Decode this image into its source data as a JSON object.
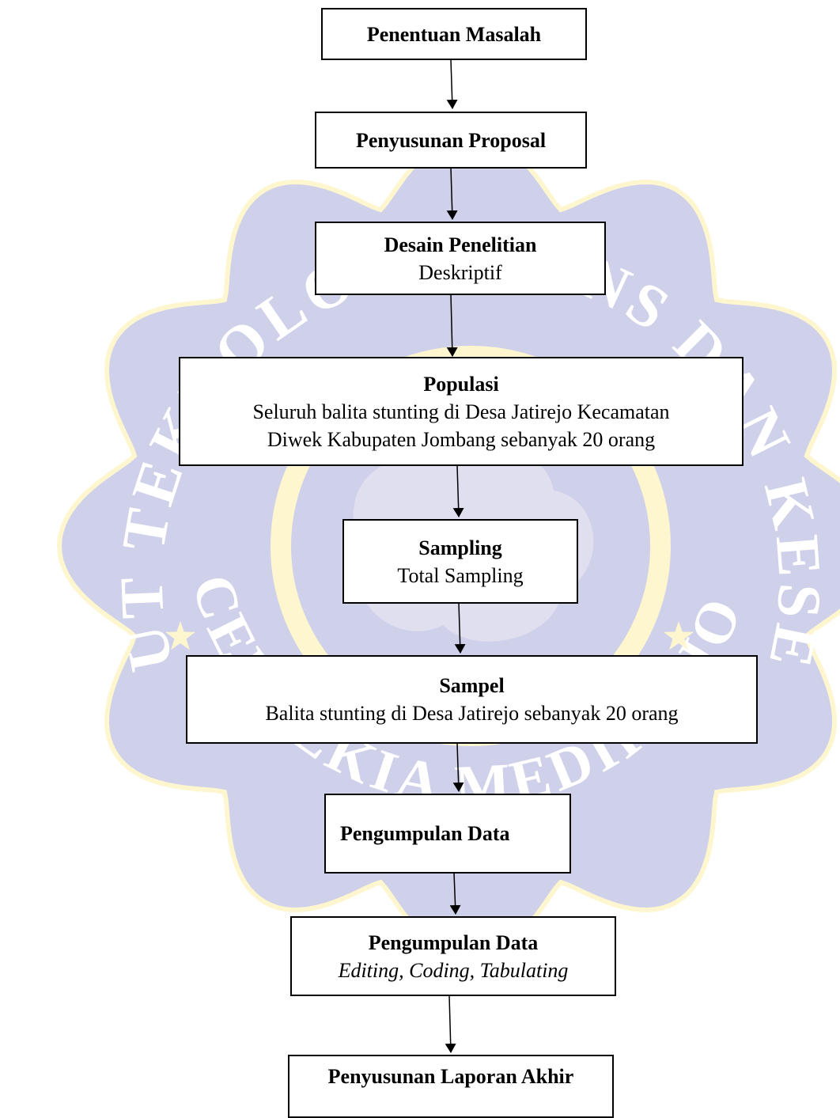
{
  "colors": {
    "watermark_fill": "#cfd0ea",
    "watermark_ring": "#fdf6cf",
    "watermark_text": "#ffffff",
    "watermark_star": "#fdf6cf",
    "box_border": "#000000",
    "arrow": "#000000"
  },
  "watermark": {
    "text_top": "INSTITUT TEKNOLOGI SAINS DAN KESEHATAN",
    "text_bottom": "INSAN CENDEKIA MEDIKA JOMBANG",
    "icon": "logo-seal-icon"
  },
  "steps": [
    {
      "title": "Penentuan Masalah"
    },
    {
      "title": "Penyusunan Proposal"
    },
    {
      "title": "Desain Penelitian",
      "subtitle": "Deskriptif"
    },
    {
      "title": "Populasi",
      "lines": [
        "Seluruh balita stunting di Desa Jatirejo Kecamatan",
        "Diwek Kabupaten Jombang sebanyak 20 orang"
      ]
    },
    {
      "title": "Sampling",
      "subtitle": "Total Sampling"
    },
    {
      "title": "Sampel",
      "subtitle": "Balita stunting di Desa Jatirejo sebanyak 20 orang"
    },
    {
      "title": "Pengumpulan Data"
    },
    {
      "title": "Pengumpulan Data",
      "subtitle_italic": "Editing, Coding, Tabulating"
    },
    {
      "title": "Penyusunan Laporan Akhir"
    }
  ]
}
